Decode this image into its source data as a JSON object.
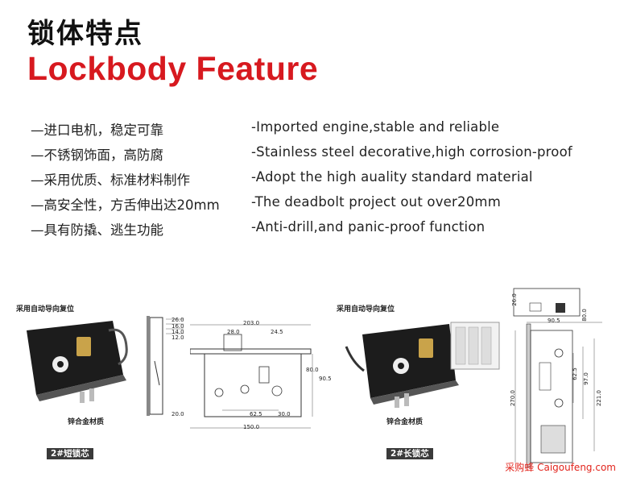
{
  "header": {
    "title_cn": "锁体特点",
    "title_en": "Lockbody Feature"
  },
  "features": [
    {
      "cn": "—进口电机，稳定可靠",
      "en": "-Imported engine,stable and reliable"
    },
    {
      "cn": "—不锈钢饰面，高防腐",
      "en": "-Stainless steel decorative,high corrosion-proof"
    },
    {
      "cn": "—采用优质、标准材料制作",
      "en": "-Adopt the high auality standard material"
    },
    {
      "cn": "—高安全性，方舌伸出达20mm",
      "en": "-The deadbolt project out over20mm"
    },
    {
      "cn": "—具有防撬、逃生功能",
      "en": "-Anti-drill,and panic-proof function"
    }
  ],
  "lock_short": {
    "note_top": "采用自动导向复位",
    "note_bottom": "锌合金材质",
    "tag": "2#短锁芯",
    "side_dims": [
      "26.0",
      "16.0",
      "14.0",
      "12.0",
      "20.0"
    ],
    "front_dims": [
      "203.0",
      "28.0",
      "24.5",
      "62.5",
      "30.0",
      "150.0",
      "80.0",
      "90.5"
    ]
  },
  "lock_long": {
    "note_top": "采用自动导向复位",
    "note_bottom": "锌合金材质",
    "tag": "2#长锁芯",
    "dims": [
      "26.0",
      "90.5",
      "80.0",
      "62.5",
      "97.0",
      "270.0",
      "221.0"
    ]
  },
  "watermark": "采购蜂 Caigoufeng.com",
  "colors": {
    "accent": "#d7191f",
    "text": "#222222"
  }
}
